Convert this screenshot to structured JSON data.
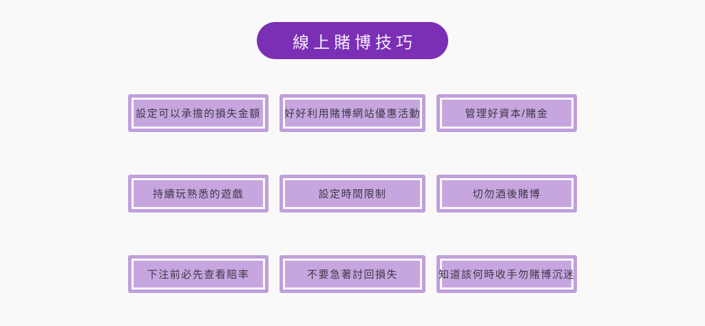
{
  "header": {
    "title": "線上賭博技巧"
  },
  "tips": {
    "items": [
      {
        "label": "設定可以承擔的損失金額"
      },
      {
        "label": "好好利用賭博網站優惠活動"
      },
      {
        "label": "管理好資本/賭金"
      },
      {
        "label": "持續玩熟悉的遊戲"
      },
      {
        "label": "設定時間限制"
      },
      {
        "label": "切勿酒後賭博"
      },
      {
        "label": "下注前必先查看賠率"
      },
      {
        "label": "不要急著討回損失"
      },
      {
        "label": "知道該何時收手勿賭博沉迷"
      }
    ]
  },
  "colors": {
    "background": "#f9f9f9",
    "pill": "#7b2fb5",
    "pill_text": "#f5ecfc",
    "box_fill": "#c7a6e0",
    "box_border": "#c09fdb",
    "box_inner_line": "#fbf9fd",
    "box_text": "#3c3744"
  }
}
